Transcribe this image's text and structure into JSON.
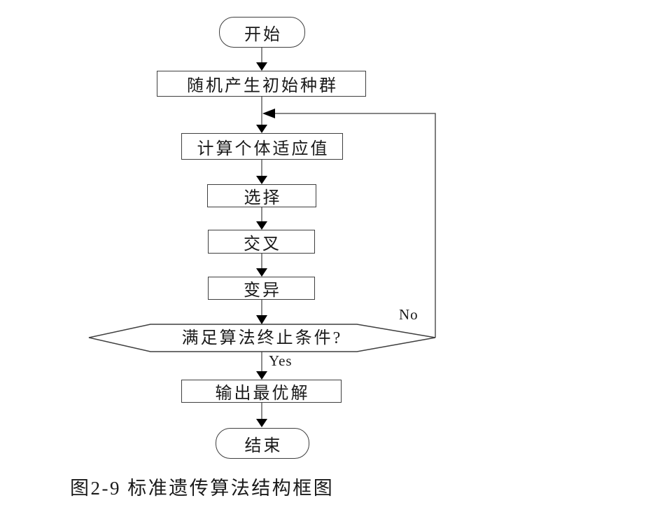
{
  "figure": {
    "caption": "图2-9 标准遗传算法结构框图"
  },
  "flowchart": {
    "nodes": {
      "start": {
        "label": "开始",
        "shape": "stadium"
      },
      "init": {
        "label": "随机产生初始种群",
        "shape": "process"
      },
      "fitness": {
        "label": "计算个体适应值",
        "shape": "process"
      },
      "selection": {
        "label": "选择",
        "shape": "process"
      },
      "crossover": {
        "label": "交叉",
        "shape": "process"
      },
      "mutation": {
        "label": "变异",
        "shape": "process"
      },
      "decision": {
        "label": "满足算法终止条件?",
        "shape": "hexagon-decision"
      },
      "output": {
        "label": "输出最优解",
        "shape": "process"
      },
      "end": {
        "label": "结束",
        "shape": "stadium"
      }
    },
    "edge_labels": {
      "no": "No",
      "yes": "Yes"
    },
    "flow": [
      "start -> init",
      "init -> fitness",
      "fitness -> selection",
      "selection -> crossover",
      "crossover -> mutation",
      "mutation -> decision",
      "decision -No-> fitness (loop back via right side)",
      "decision -Yes-> output",
      "output -> end"
    ]
  },
  "colors": {
    "background": "#ffffff",
    "shape_border": "#3f3f3f",
    "connector": "#8c8c8c",
    "loop": "#5f5f5f",
    "arrow": "#000000",
    "text": "#1a1a1a"
  }
}
